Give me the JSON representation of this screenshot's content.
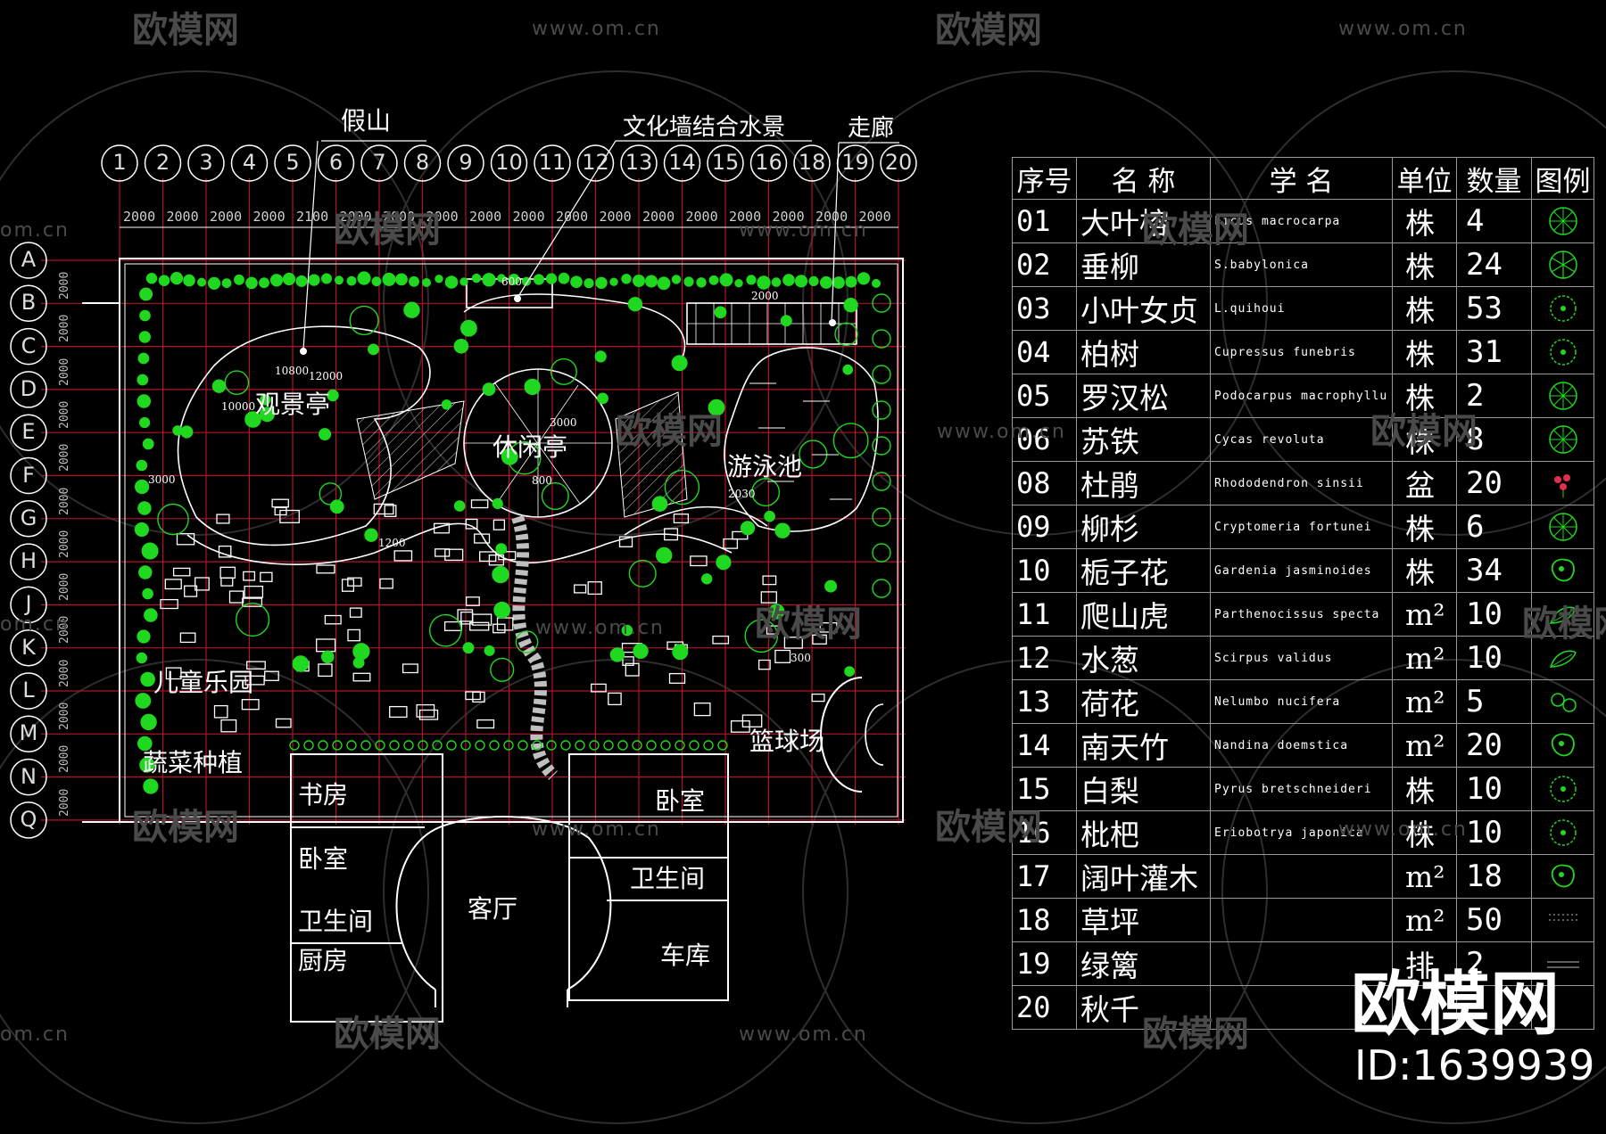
{
  "plan": {
    "top_labels": {
      "jiashan": "假山",
      "wall": "文化墙结合水景",
      "corridor": "走廊"
    },
    "column_axes": [
      "1",
      "2",
      "3",
      "4",
      "5",
      "6",
      "7",
      "8",
      "9",
      "10",
      "11",
      "12",
      "13",
      "14",
      "15",
      "16",
      "18",
      "19",
      "20"
    ],
    "row_axes": [
      "A",
      "B",
      "C",
      "D",
      "E",
      "F",
      "G",
      "H",
      "J",
      "K",
      "L",
      "M",
      "N",
      "Q"
    ],
    "dimension_text": [
      "2000",
      "2000",
      "2000",
      "2000",
      "2000",
      "2000",
      "2000",
      "2000",
      "2000",
      "2000",
      "2000",
      "2000",
      "2000",
      "2000",
      "2000",
      "2000",
      "2000",
      "2000",
      "2000"
    ],
    "dim_first": "2000",
    "dim_fifth": "2100",
    "side_dims": [
      "2000",
      "2000",
      "2000",
      "2000",
      "2000",
      "2000",
      "2000",
      "2000",
      "2000",
      "2000",
      "2000",
      "2000",
      "2000"
    ],
    "areas": {
      "viewing_pavilion": "观景亭",
      "leisure_pavilion": "休闲亭",
      "pool": "游泳池",
      "kids_park": "儿童乐园",
      "veg": "蔬菜种植",
      "basketball": "篮球场",
      "study": "书房",
      "bedroom_left": "卧室",
      "bedroom_right": "卧室",
      "bath_left": "卫生间",
      "bath_right": "卫生间",
      "living": "客厅",
      "kitchen": "厨房",
      "garage": "车库"
    },
    "small_dims": {
      "d600": "600",
      "d2000": "2000",
      "d10800": "10800",
      "d12000": "12000",
      "d10000": "10000",
      "d3000a": "3000",
      "d800": "800",
      "d3000b": "3000",
      "d2030": "2030",
      "d1200": "1200",
      "d300": "300"
    }
  },
  "table": {
    "headers": [
      "序号",
      "名 称",
      "学 名",
      "单位",
      "数量",
      "图例"
    ],
    "rows": [
      {
        "no": "01",
        "name": "大叶榕",
        "sci": "Ficus macrocarpa",
        "unit": "株",
        "qty": "4"
      },
      {
        "no": "02",
        "name": "垂柳",
        "sci": "S.babylonica",
        "unit": "株",
        "qty": "24"
      },
      {
        "no": "03",
        "name": "小叶女贞",
        "sci": "L.quihoui",
        "unit": "株",
        "qty": "53"
      },
      {
        "no": "04",
        "name": "柏树",
        "sci": "Cupressus funebris",
        "unit": "株",
        "qty": "31"
      },
      {
        "no": "05",
        "name": "罗汉松",
        "sci": "Podocarpus macrophyllu",
        "unit": "株",
        "qty": "2"
      },
      {
        "no": "06",
        "name": "苏铁",
        "sci": "Cycas revoluta",
        "unit": "株",
        "qty": "8"
      },
      {
        "no": "08",
        "name": "杜鹃",
        "sci": "Rhododendron sinsii",
        "unit": "盆",
        "qty": "20"
      },
      {
        "no": "09",
        "name": "柳杉",
        "sci": "Cryptomeria fortunei",
        "unit": "株",
        "qty": "6"
      },
      {
        "no": "10",
        "name": "栀子花",
        "sci": "Gardenia jasminoides",
        "unit": "株",
        "qty": "34"
      },
      {
        "no": "11",
        "name": "爬山虎",
        "sci": "Parthenocissus specta",
        "unit": "m²",
        "qty": "10"
      },
      {
        "no": "12",
        "name": "水葱",
        "sci": "Scirpus validus",
        "unit": "m²",
        "qty": "10"
      },
      {
        "no": "13",
        "name": "荷花",
        "sci": "Nelumbo nucifera",
        "unit": "m²",
        "qty": "5"
      },
      {
        "no": "14",
        "name": "南天竹",
        "sci": "Nandina doemstica",
        "unit": "m²",
        "qty": "20"
      },
      {
        "no": "15",
        "name": "白梨",
        "sci": "Pyrus bretschneideri",
        "unit": "株",
        "qty": "10"
      },
      {
        "no": "16",
        "name": "枇杷",
        "sci": "Eriobotrya japonica",
        "unit": "株",
        "qty": "10"
      },
      {
        "no": "17",
        "name": "阔叶灌木",
        "sci": "",
        "unit": "m²",
        "qty": "18"
      },
      {
        "no": "18",
        "name": "草坪",
        "sci": "",
        "unit": "m²",
        "qty": "50"
      },
      {
        "no": "19",
        "name": "绿篱",
        "sci": "",
        "unit": "排",
        "qty": "2"
      },
      {
        "no": "20",
        "name": "秋千",
        "sci": "",
        "unit": "",
        "qty": ""
      }
    ]
  },
  "watermarks": {
    "brand_cn": "欧模网",
    "url": "www.om.cn",
    "short_url": "om.cn"
  },
  "brand": {
    "name": "欧模网",
    "id": "ID:1639939"
  },
  "colors": {
    "grid": "#b3122a",
    "line": "#ffffff",
    "plant": "#1fd81f",
    "watermark": "#4a4a4a"
  }
}
